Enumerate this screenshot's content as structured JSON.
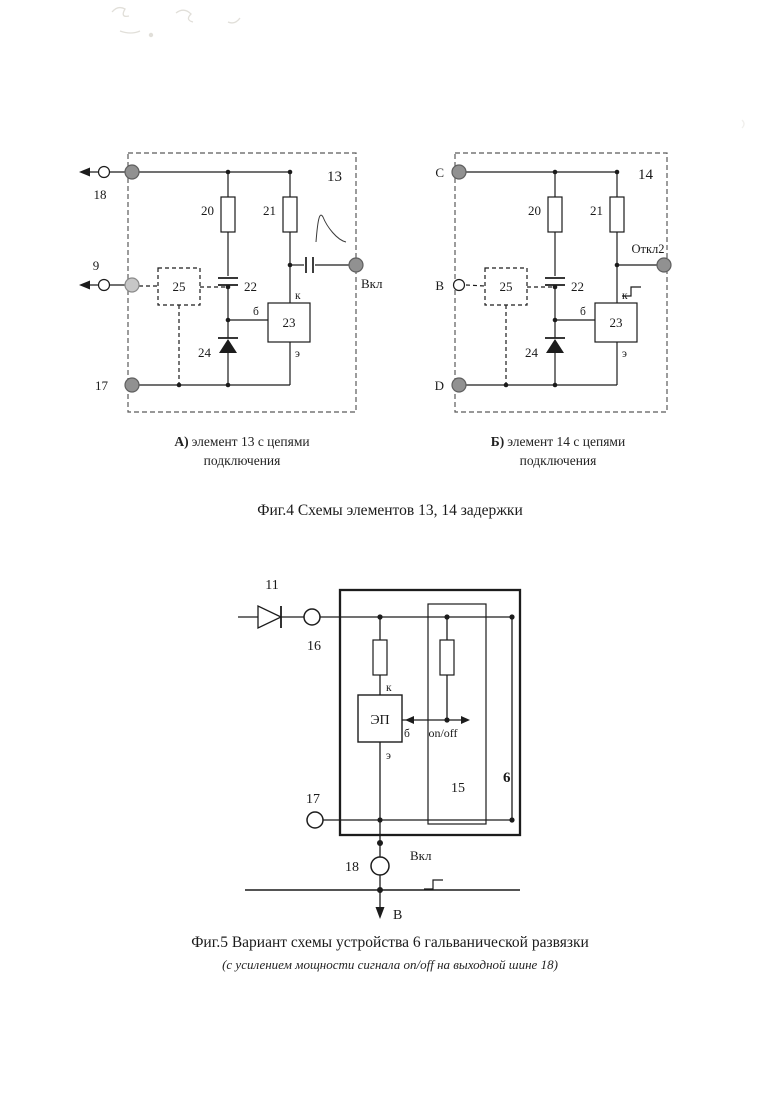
{
  "fig4": {
    "caption": "Фиг.4 Схемы элементов 13, 14 задержки",
    "element_a": {
      "id": "13",
      "caption_prefix": "А)",
      "caption_rest": "элемент 13 с цепями",
      "caption_line2": "подключения",
      "terminal_top": "18",
      "input_mid": "9",
      "terminal_bottom": "17",
      "output": "Вкл",
      "resistor_left": "20",
      "resistor_right": "21",
      "capacitor": "22",
      "transistor": "23",
      "diode": "24",
      "block": "25",
      "pin_k": "к",
      "pin_b": "б",
      "pin_e": "э"
    },
    "element_b": {
      "id": "14",
      "caption_prefix": "Б)",
      "caption_rest": "элемент 14 с цепями",
      "caption_line2": "подключения",
      "terminal_top": "C",
      "input_mid": "B",
      "terminal_bottom": "D",
      "output": "Откл2",
      "resistor_left": "20",
      "resistor_right": "21",
      "capacitor": "22",
      "transistor": "23",
      "diode": "24",
      "block": "25",
      "pin_k": "к",
      "pin_b": "б",
      "pin_e": "э"
    }
  },
  "fig5": {
    "caption": "Фиг.5 Вариант схемы устройства 6 гальванической развязки",
    "subcaption": "(с усилением мощности сигнала on/off на выходной шине 18)",
    "diode": "11",
    "terminal_in": "16",
    "terminal_rail": "17",
    "terminal_out": "18",
    "device": "6",
    "inner_block": "15",
    "amplifier": "ЭП",
    "on_off": "on/off",
    "output_signal": "Вкл",
    "output_bus": "В",
    "pin_k": "к",
    "pin_b": "б",
    "pin_e": "э"
  },
  "colors": {
    "line": "#1c1c1c",
    "terminal_gray": "#919191",
    "terminal_light": "#c7c7c7"
  }
}
